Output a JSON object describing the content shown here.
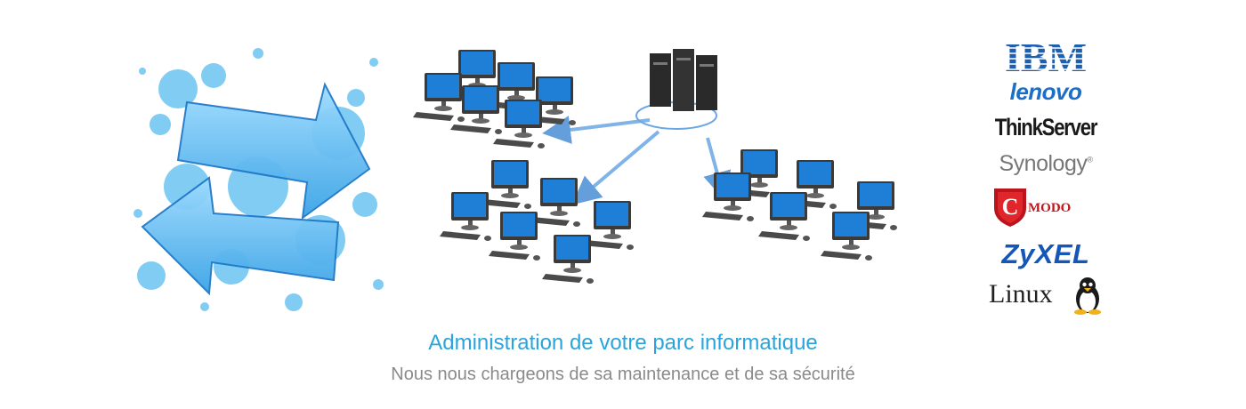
{
  "hero": {
    "headline": "Administration de votre parc informatique",
    "subheadline": "Nous nous chargeons de sa maintenance et de sa sécurité"
  },
  "logos": {
    "ibm": "IBM",
    "lenovo": "lenovo",
    "thinkserver": "ThinkServer",
    "synology": "Synology",
    "synology_mark": "®",
    "comodo": "MODO",
    "comodo_c": "C",
    "zyxel": "ZyXEL",
    "linux": "Linux"
  },
  "colors": {
    "accent": "#2aa4dc",
    "subtext": "#8a8a8a",
    "monitor_screen": "#1f7fd6",
    "server": "#2a2a2a",
    "arrow": "#5ab8ee"
  },
  "icons": [
    "sync-arrows-icon",
    "network-diagram-icon",
    "server-icon",
    "computer-icon",
    "penguin-icon",
    "shield-icon"
  ]
}
